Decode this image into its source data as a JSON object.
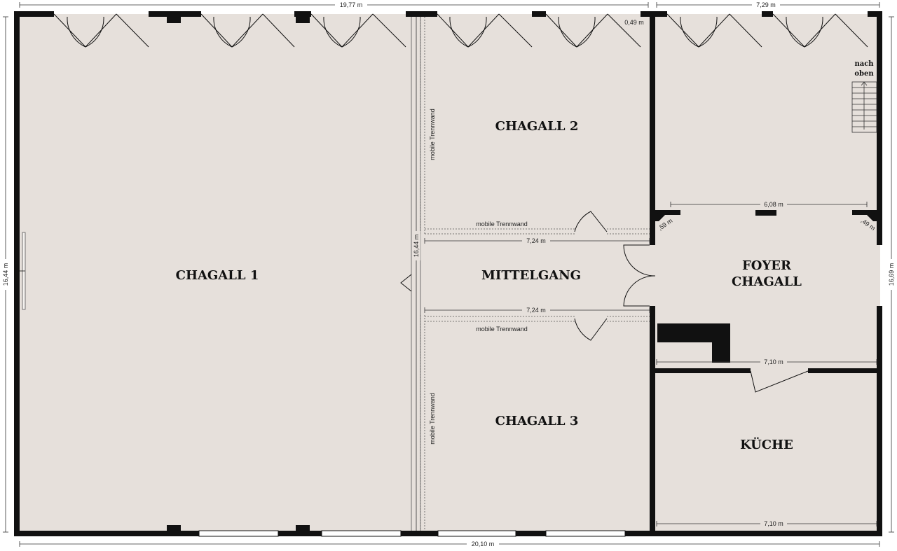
{
  "rooms": {
    "chagall1": "CHAGALL 1",
    "chagall2": "CHAGALL 2",
    "chagall3": "CHAGALL 3",
    "mittelgang": "MITTELGANG",
    "foyer_line1": "FOYER",
    "foyer_line2": "CHAGALL",
    "kueche": "KÜCHE"
  },
  "dimensions": {
    "top_left": "19,77 m",
    "top_right": "7,29 m",
    "bottom": "20,10 m",
    "left": "16,44 m",
    "right": "16,69 m",
    "partition_vertical": "16,44 m",
    "mittelgang_top": "7,24 m",
    "mittelgang_bottom": "7,24 m",
    "foyer_width": "6,08 m",
    "foyer_bottom": "7,10 m",
    "kueche_bottom": "7,10 m",
    "corner_top": "0,49 m",
    "diag_left": ",59 m",
    "diag_right": ",49 m"
  },
  "labels": {
    "trennwand_v_top": "mobile Trennwand",
    "trennwand_h_top": "mobile Trennwand",
    "trennwand_h_bottom": "mobile Trennwand",
    "trennwand_v_bottom": "mobile Trennwand",
    "stairs_line1": "nach",
    "stairs_line2": "oben"
  },
  "colors": {
    "floor": "#e6e0db",
    "wall": "#111111"
  }
}
